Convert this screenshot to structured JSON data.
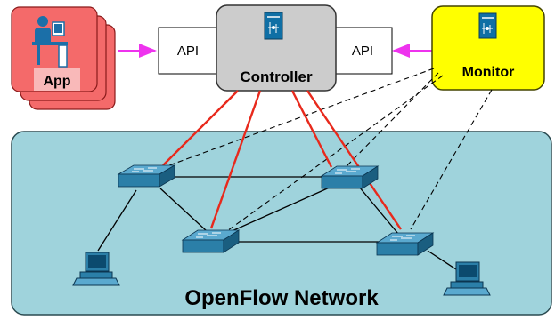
{
  "app": {
    "label": "App"
  },
  "controller": {
    "label": "Controller"
  },
  "monitor": {
    "label": "Monitor"
  },
  "api_left": {
    "label": "API"
  },
  "api_right": {
    "label": "API"
  },
  "network": {
    "label": "OpenFlow Network"
  },
  "colors": {
    "app_fill": "#f46a6a",
    "app_label_bg": "#f9b9b9",
    "controller_fill": "#cccccc",
    "monitor_fill": "#ffff00",
    "network_fill": "#9fd3dc",
    "control_link": "#e8291c",
    "api_arrow": "#ee33ee",
    "switch_fill": "#2b7fa8",
    "server_fill": "#0f6fa5"
  },
  "icons": {
    "app": "user-at-computer-icon",
    "controller": "server-icon",
    "monitor": "server-icon",
    "switch": "network-switch-icon",
    "host": "desktop-computer-icon"
  }
}
